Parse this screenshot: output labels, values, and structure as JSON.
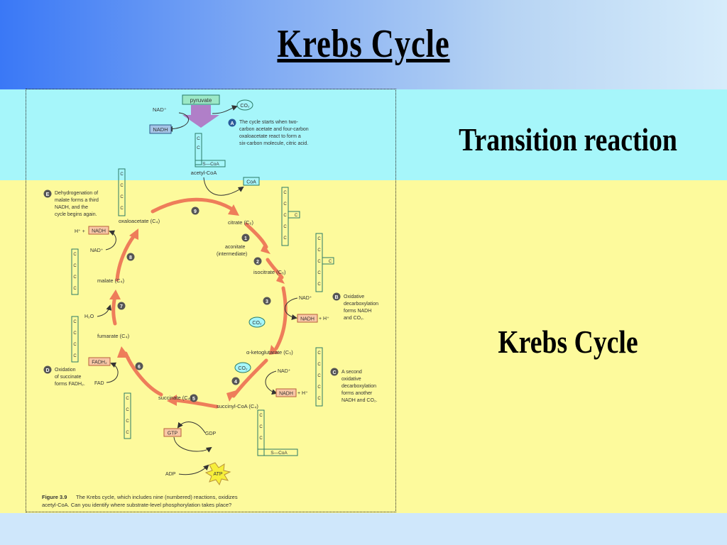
{
  "slide": {
    "title": "Krebs Cycle",
    "side_labels": {
      "transition": "Transition reaction",
      "krebs": "Krebs Cycle"
    }
  },
  "diagram": {
    "pyruvate": "pyruvate",
    "nad_top": "NAD⁺",
    "nadh_top": "NADH",
    "co2_top": "CO₂",
    "note_a": [
      "The cycle starts when two-",
      "carbon acetate and four-carbon",
      "oxaloacetate react to form a",
      "six-carbon molecule, citric acid."
    ],
    "acetyl_coa": "acetyl-CoA",
    "s_coa": "S—CoA",
    "coa": "CoA",
    "note_e": [
      "Dehydrogenation of",
      "malate forms a third",
      "NADH, and the",
      "cycle begins again."
    ],
    "oxaloacetate": "oxaloacetate (C₄)",
    "citrate": "citrate (C₆)",
    "aconitate": [
      "aconitate",
      "(intermediate)"
    ],
    "isocitrate": "isocitrate (C₆)",
    "malate": "malate (C₄)",
    "fumarate": "fumarate (C₄)",
    "ketoglutarate": "α-ketoglutarate (C₅)",
    "succinate": "succinate (C₄)",
    "succinyl": "succinyl-CoA (C₄)",
    "h_plus_nadh": "H⁺ +",
    "nadh": "NADH",
    "nad": "NAD⁺",
    "h2o": "H₂O",
    "fadh2": "FADH₂",
    "fad": "FAD",
    "plus_h": "+ H⁺",
    "co2": "CO₂",
    "note_b": [
      "Oxidative",
      "decarboxylation",
      "forms NADH",
      "and CO₂."
    ],
    "note_c": [
      "A second",
      "oxidative",
      "decarboxylation",
      "forms another",
      "NADH and CO₂."
    ],
    "note_d": [
      "Oxidation",
      "of succinate",
      "forms FADH₂."
    ],
    "gtp": "GTP",
    "gdp": "GDP",
    "adp": "ADP",
    "atp": "ATP",
    "carbon": "C",
    "badges": {
      "a": "A",
      "b": "B",
      "c": "C",
      "d": "D",
      "e": "E"
    },
    "steps": [
      "1",
      "2",
      "3",
      "4",
      "5",
      "6",
      "7",
      "8",
      "9"
    ],
    "caption_label": "Figure 3.9",
    "caption": [
      "The Krebs cycle, which includes nine (numbered) reactions, oxidizes",
      "acetyl-CoA. Can you identify where substrate-level phosphorylation takes place?"
    ]
  }
}
